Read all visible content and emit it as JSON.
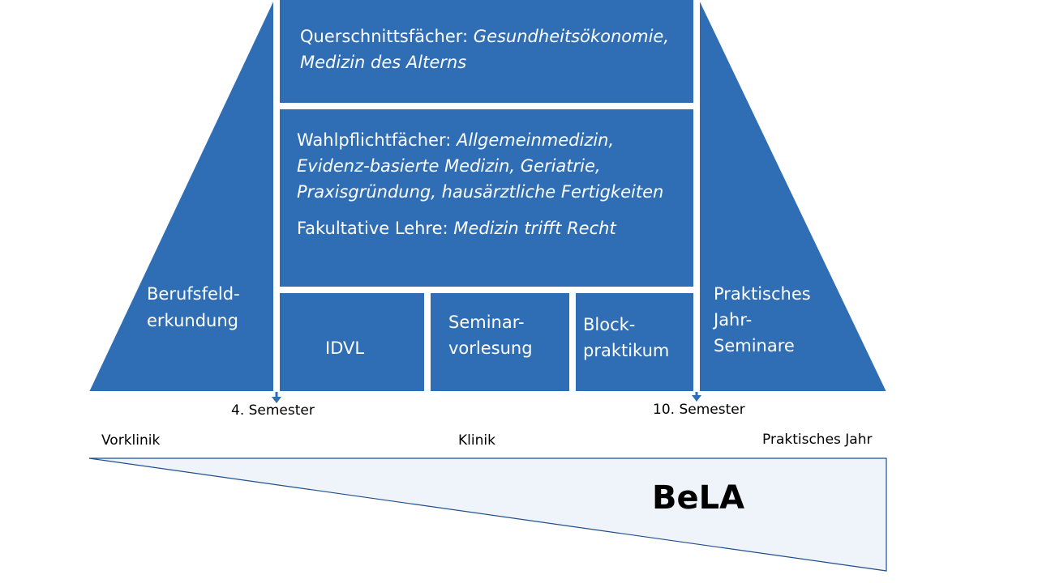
{
  "colors": {
    "block_fill": "#2f6eb5",
    "divider": "#ffffff",
    "bela_fill": "#eef4f9",
    "bela_stroke": "#1f4e8c",
    "arrow": "#2f6eb5"
  },
  "top_box": {
    "label": "Querschnittsfächer: ",
    "items_line1": "Gesundheitsökonomie,",
    "items_line2": "Medizin des Alterns"
  },
  "middle_box": {
    "wahl_label": "Wahlpflichtfächer: ",
    "wahl_line1": "Allgemeinmedizin,",
    "wahl_line2": "Evidenz-basierte Medizin, Geriatrie,",
    "wahl_line3": "Praxisgründung, hausärztliche  Fertigkeiten",
    "fak_label": "Fakultative Lehre: ",
    "fak_item": "Medizin trifft Recht"
  },
  "left_wing": {
    "line1": "Berufsfeld-",
    "line2": "erkundung"
  },
  "right_wing": {
    "line1": "Praktisches",
    "line2": "Jahr-",
    "line3": "Seminare"
  },
  "bottom_boxes": {
    "idvl": "IDVL",
    "seminar_line1": "Seminar-",
    "seminar_line2": "vorlesung",
    "block_line1": "Block-",
    "block_line2": "praktikum"
  },
  "markers": {
    "semester_4": "4. Semester",
    "semester_10": "10. Semester"
  },
  "phases": {
    "vorklinik": "Vorklinik",
    "klinik": "Klinik",
    "praktisches_jahr": "Praktisches Jahr"
  },
  "bela": {
    "label": "BeLA"
  }
}
